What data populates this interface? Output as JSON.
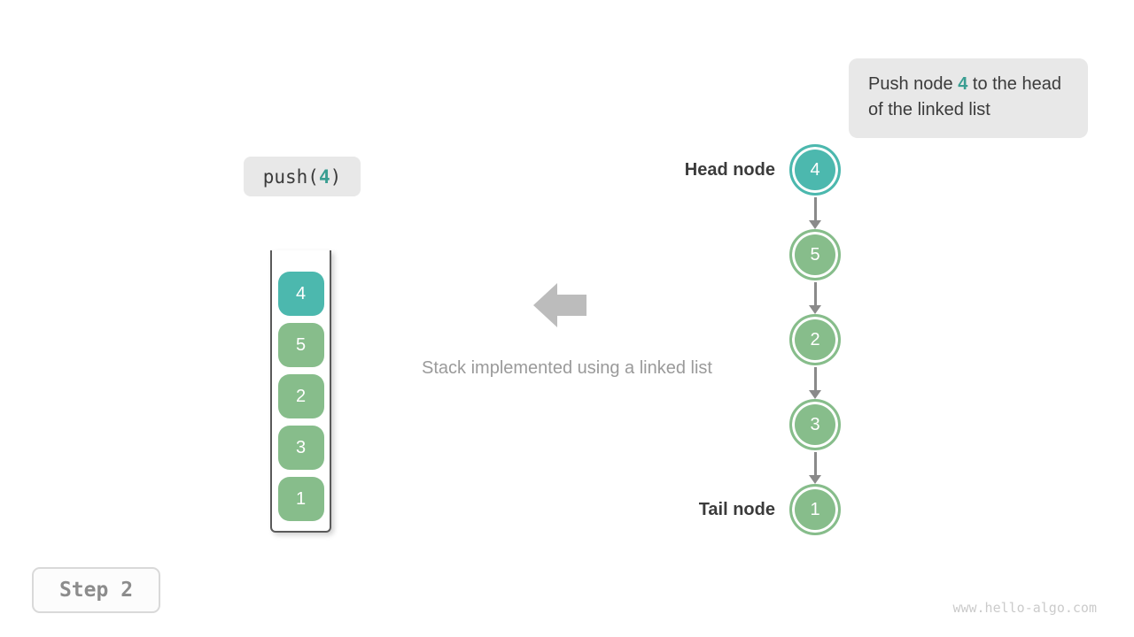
{
  "colors": {
    "teal": "#4cb8ae",
    "green": "#87bd8b",
    "teal-text": "#3a9e92",
    "dark-text": "#3b3b3b",
    "gray-text": "#9a9a9a",
    "light-gray-bg": "#e8e8e8",
    "arrow-gray": "#bcbcbc",
    "link-arrow-gray": "#8a8a8a",
    "watermark": "#cbcbcb"
  },
  "tooltip": {
    "prefix": "Push node ",
    "highlight": "4",
    "suffix": " to the head of the linked list"
  },
  "code_chip": {
    "prefix": "push(",
    "highlight": "4",
    "suffix": ")"
  },
  "stack": {
    "items": [
      {
        "value": "4",
        "color": "teal"
      },
      {
        "value": "5",
        "color": "green"
      },
      {
        "value": "2",
        "color": "green"
      },
      {
        "value": "3",
        "color": "green"
      },
      {
        "value": "1",
        "color": "green"
      }
    ]
  },
  "caption": "Stack implemented using a linked list",
  "list": {
    "head_label": "Head node",
    "tail_label": "Tail node",
    "nodes": [
      {
        "value": "4",
        "color": "teal"
      },
      {
        "value": "5",
        "color": "green"
      },
      {
        "value": "2",
        "color": "green"
      },
      {
        "value": "3",
        "color": "green"
      },
      {
        "value": "1",
        "color": "green"
      }
    ]
  },
  "step_badge": "Step 2",
  "watermark": "www.hello-algo.com"
}
